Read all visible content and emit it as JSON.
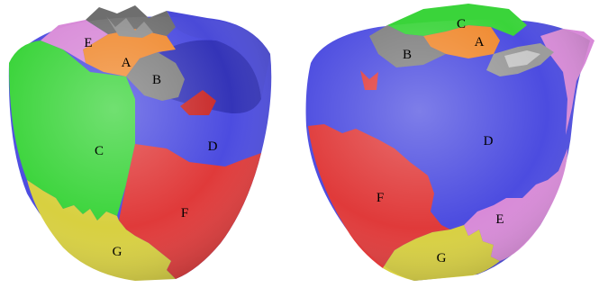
{
  "figure": {
    "description_free": true,
    "views": [
      {
        "id": "left-view",
        "labels": {
          "A": "A",
          "B": "B",
          "C": "C",
          "D": "D",
          "E": "E",
          "F": "F",
          "G": "G"
        }
      },
      {
        "id": "right-view",
        "labels": {
          "A": "A",
          "B": "B",
          "C": "C",
          "D": "D",
          "E": "E",
          "F": "F",
          "G": "G"
        }
      }
    ]
  },
  "colors": {
    "region_a": "#f08a30",
    "region_b": "#808080",
    "region_c": "#3ad43a",
    "region_d": "#4c4ce0",
    "region_e": "#d88ad8",
    "region_f": "#e03a3a",
    "region_g": "#d8d040",
    "background": "#ffffff"
  }
}
